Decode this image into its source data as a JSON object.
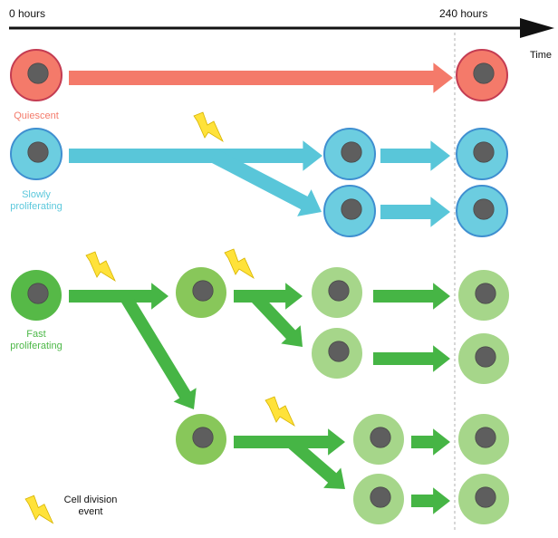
{
  "timeline": {
    "start_label": "0 hours",
    "end_label": "240 hours",
    "axis_label": "Time"
  },
  "populations": [
    {
      "key": "quiescent",
      "label_lines": [
        "Quiescent"
      ],
      "color": "#f47a6a"
    },
    {
      "key": "slow",
      "label_lines": [
        "Slowly",
        "proliferating"
      ],
      "color": "#5cc8dc"
    },
    {
      "key": "fast",
      "label_lines": [
        "Fast",
        "proliferating"
      ],
      "color": "#4db848"
    }
  ],
  "legend": {
    "label_lines": [
      "Cell division",
      "event"
    ]
  },
  "colors": {
    "quiescent_fill": "#f47a6a",
    "quiescent_ring": "#c43c52",
    "slow_fill": "#6ccde0",
    "slow_ring": "#3f8fd0",
    "slow_arrow": "#59c6d9",
    "fast_fill": "#56b947",
    "fast_mid_fill": "#88c75a",
    "fast_light_fill": "#a6d68a",
    "fast_arrow": "#46b545",
    "nucleus": "#5e5e5e",
    "lightning": "#ffe23a",
    "axis": "#111111"
  }
}
